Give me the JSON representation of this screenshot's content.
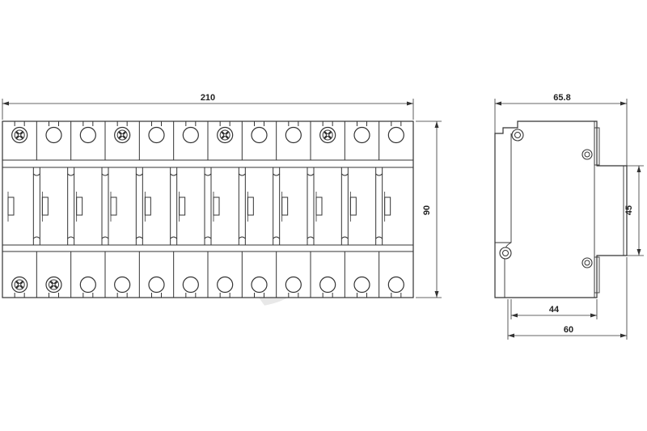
{
  "drawing": {
    "front_view": {
      "modules": 12,
      "width_label": "210",
      "height_label": "90",
      "top_terminals": [
        "screw",
        "open",
        "open",
        "screw",
        "open",
        "open",
        "screw",
        "open",
        "open",
        "screw",
        "open",
        "open"
      ],
      "bottom_terminals": [
        "screw",
        "screw",
        "open",
        "open",
        "open",
        "open",
        "open",
        "open",
        "open",
        "open",
        "open",
        "open"
      ]
    },
    "side_view": {
      "depth_label": "65.8",
      "rail_height_label": "45",
      "front_depth_label": "44",
      "base_depth_label": "60"
    }
  },
  "colors": {
    "line": "#333333",
    "fill": "#ffffff",
    "watermark": "#e4e4e4"
  }
}
